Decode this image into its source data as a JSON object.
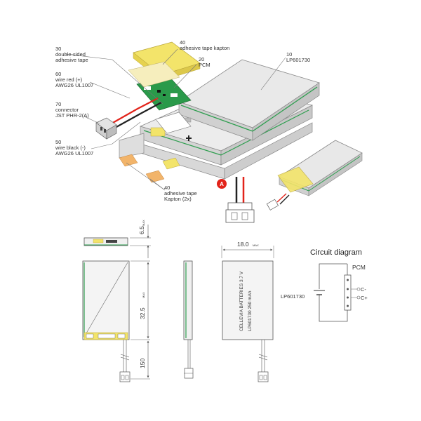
{
  "colors": {
    "cell_face": "#e6e6e6",
    "cell_side": "#cfcfcf",
    "cell_edge_green": "#2e9e4f",
    "pcb_green": "#2a9a4a",
    "kapton_yellow": "#f3e46a",
    "kapton_orange": "#f2b46a",
    "wire_red": "#e2231a",
    "wire_black": "#222222",
    "callout_red": "#e2231a"
  },
  "callouts": [
    {
      "id": "c30",
      "lines": [
        "30",
        "double-sided",
        "adhesive tape"
      ]
    },
    {
      "id": "c40top",
      "lines": [
        "40",
        "adhesive tape kapton"
      ]
    },
    {
      "id": "c20",
      "lines": [
        "20",
        "PCM"
      ]
    },
    {
      "id": "c10",
      "lines": [
        "10",
        "LP601730"
      ]
    },
    {
      "id": "c60",
      "lines": [
        "60",
        "wire red (+)",
        "AWG26 UL1007"
      ]
    },
    {
      "id": "c70",
      "lines": [
        "70",
        "connector",
        "JST PHR-2(A)"
      ]
    },
    {
      "id": "c50",
      "lines": [
        "50",
        "wire black (-)",
        "AWG26 UL1007"
      ]
    },
    {
      "id": "c40bot",
      "lines": [
        "40",
        "adhesive tape",
        "Kapton (2x)"
      ]
    }
  ],
  "detail": {
    "marker": "A"
  },
  "signs": {
    "minus": "-",
    "plus": "+"
  },
  "dimensions": {
    "thickness": "6.5",
    "thickness_tag": "MAX",
    "width": "18.0",
    "width_tag": "MAX",
    "length": "32.5",
    "length_tag": "MAX",
    "wire_length": "150"
  },
  "cell_label": {
    "line1": "CELLEVIA BATTERIES 3.7 V",
    "line2": "LP601730 250 mAh"
  },
  "circuit": {
    "title": "Circuit diagram",
    "pcm": "PCM",
    "cell": "LP601730",
    "minus": "C-",
    "plus": "C+"
  }
}
